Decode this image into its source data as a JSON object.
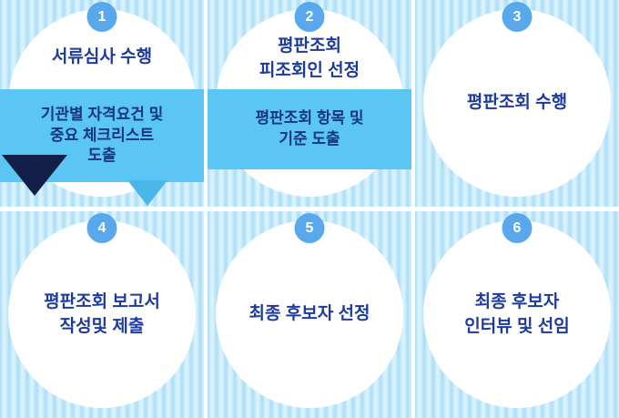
{
  "diagram": {
    "type": "process-steps",
    "steps": [
      {
        "number": "1",
        "title": "서류심사 수행",
        "detail": "기관별 자격요건 및\n중요 체크리스트\n도출"
      },
      {
        "number": "2",
        "title": "평판조회\n피조회인 선정",
        "detail": "평판조회 항목 및\n기준 도출"
      },
      {
        "number": "3",
        "title": "평판조회  수행",
        "detail": null
      },
      {
        "number": "4",
        "title": "평판조회  보고서\n작성및 제출",
        "detail": null
      },
      {
        "number": "5",
        "title": "최종 후보자 선정",
        "detail": null
      },
      {
        "number": "6",
        "title": "최종 후보자\n인터뷰 및 선임",
        "detail": null
      }
    ],
    "colors": {
      "stripe_dark": "#a9ddf6",
      "stripe_light": "#d9f2fd",
      "badge_blue": "#59a8eb",
      "badge_text": "#ffffff",
      "title_text": "#1d3a9e",
      "detail_box_blue": "#5bc6f3",
      "detail_text": "#17357f",
      "dark_triangle": "#111f49",
      "circle_white": "#ffffff"
    }
  }
}
